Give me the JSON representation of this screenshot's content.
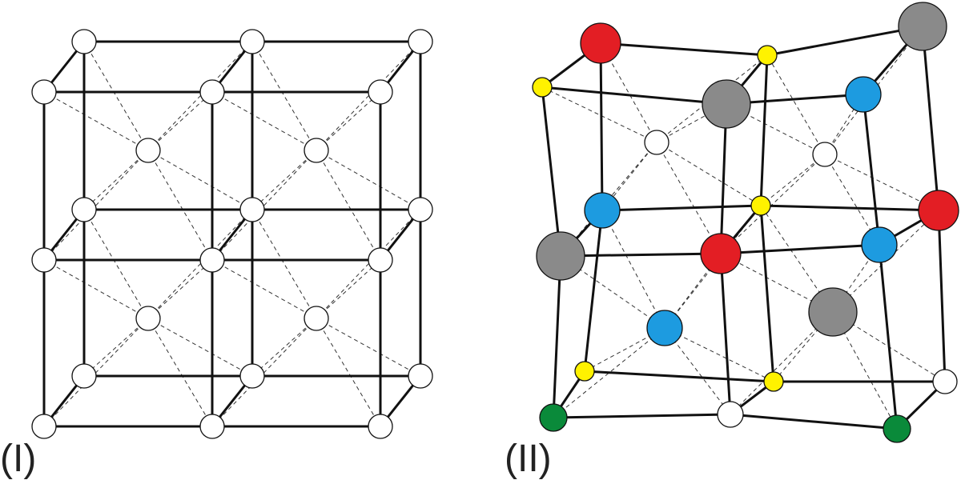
{
  "panels": [
    {
      "id": "panel-1",
      "label": "(I)"
    },
    {
      "id": "panel-2",
      "label": "(II)"
    }
  ],
  "colors": {
    "bond": "#111111",
    "dashed": "#333333",
    "white_atom": "#ffffff",
    "red_atom": "#e31e24",
    "gray_atom": "#8a8a8a",
    "blue_atom": "#1d9be0",
    "yellow_atom": "#fff200",
    "green_atom": "#0a8a3a"
  },
  "atom_legend_icons": [
    "white-atom",
    "red-atom",
    "gray-atom",
    "blue-atom",
    "yellow-atom",
    "green-atom"
  ]
}
